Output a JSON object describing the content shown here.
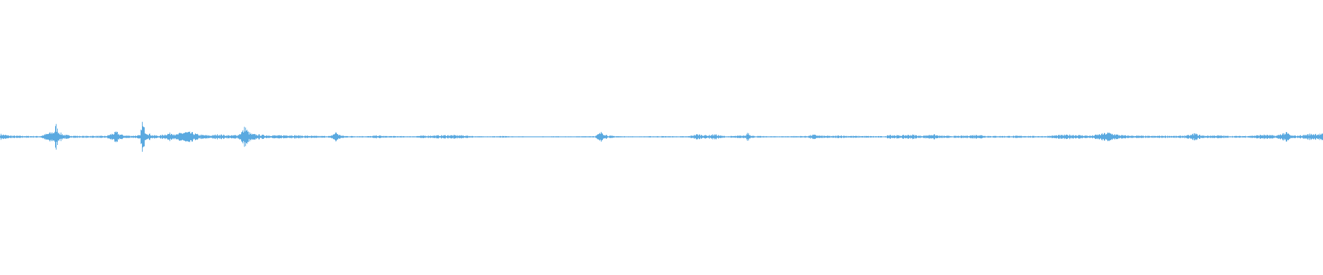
{
  "waveform": {
    "color": "#5aa9e0",
    "baseline_color": "#5aa9e0",
    "background": "#ffffff",
    "peaks": [
      [
        0.0,
        0.02
      ],
      [
        0.003,
        0.015
      ],
      [
        0.006,
        0.01
      ],
      [
        0.01,
        0.008
      ],
      [
        0.02,
        0.006
      ],
      [
        0.03,
        0.005
      ],
      [
        0.041,
        0.04
      ],
      [
        0.042,
        0.09
      ],
      [
        0.043,
        0.06
      ],
      [
        0.045,
        0.03
      ],
      [
        0.048,
        0.015
      ],
      [
        0.052,
        0.01
      ],
      [
        0.06,
        0.006
      ],
      [
        0.07,
        0.007
      ],
      [
        0.08,
        0.006
      ],
      [
        0.088,
        0.035
      ],
      [
        0.09,
        0.02
      ],
      [
        0.094,
        0.01
      ],
      [
        0.1,
        0.008
      ],
      [
        0.106,
        0.011
      ],
      [
        0.107,
        0.12
      ],
      [
        0.108,
        0.08
      ],
      [
        0.11,
        0.04
      ],
      [
        0.112,
        0.025
      ],
      [
        0.115,
        0.012
      ],
      [
        0.12,
        0.008
      ],
      [
        0.13,
        0.03
      ],
      [
        0.133,
        0.015
      ],
      [
        0.137,
        0.03
      ],
      [
        0.14,
        0.035
      ],
      [
        0.145,
        0.03
      ],
      [
        0.15,
        0.015
      ],
      [
        0.155,
        0.012
      ],
      [
        0.16,
        0.01
      ],
      [
        0.165,
        0.018
      ],
      [
        0.17,
        0.012
      ],
      [
        0.175,
        0.01
      ],
      [
        0.18,
        0.015
      ],
      [
        0.184,
        0.05
      ],
      [
        0.185,
        0.08
      ],
      [
        0.187,
        0.04
      ],
      [
        0.19,
        0.02
      ],
      [
        0.2,
        0.012
      ],
      [
        0.21,
        0.01
      ],
      [
        0.22,
        0.012
      ],
      [
        0.23,
        0.008
      ],
      [
        0.24,
        0.006
      ],
      [
        0.25,
        0.006
      ],
      [
        0.254,
        0.035
      ],
      [
        0.256,
        0.015
      ],
      [
        0.26,
        0.006
      ],
      [
        0.27,
        0.005
      ],
      [
        0.28,
        0.005
      ],
      [
        0.285,
        0.01
      ],
      [
        0.29,
        0.006
      ],
      [
        0.3,
        0.005
      ],
      [
        0.31,
        0.004
      ],
      [
        0.32,
        0.008
      ],
      [
        0.33,
        0.01
      ],
      [
        0.34,
        0.012
      ],
      [
        0.35,
        0.01
      ],
      [
        0.36,
        0.004
      ],
      [
        0.37,
        0.004
      ],
      [
        0.38,
        0.005
      ],
      [
        0.39,
        0.003
      ],
      [
        0.4,
        0.003
      ],
      [
        0.41,
        0.003
      ],
      [
        0.42,
        0.004
      ],
      [
        0.43,
        0.003
      ],
      [
        0.44,
        0.004
      ],
      [
        0.45,
        0.006
      ],
      [
        0.455,
        0.035
      ],
      [
        0.457,
        0.02
      ],
      [
        0.46,
        0.008
      ],
      [
        0.47,
        0.004
      ],
      [
        0.48,
        0.003
      ],
      [
        0.49,
        0.004
      ],
      [
        0.5,
        0.005
      ],
      [
        0.51,
        0.004
      ],
      [
        0.52,
        0.004
      ],
      [
        0.527,
        0.018
      ],
      [
        0.53,
        0.015
      ],
      [
        0.535,
        0.01
      ],
      [
        0.54,
        0.018
      ],
      [
        0.545,
        0.008
      ],
      [
        0.55,
        0.004
      ],
      [
        0.564,
        0.01
      ],
      [
        0.565,
        0.04
      ],
      [
        0.567,
        0.015
      ],
      [
        0.57,
        0.006
      ],
      [
        0.58,
        0.004
      ],
      [
        0.59,
        0.004
      ],
      [
        0.6,
        0.005
      ],
      [
        0.61,
        0.006
      ],
      [
        0.615,
        0.015
      ],
      [
        0.62,
        0.008
      ],
      [
        0.63,
        0.006
      ],
      [
        0.635,
        0.01
      ],
      [
        0.64,
        0.007
      ],
      [
        0.65,
        0.006
      ],
      [
        0.66,
        0.005
      ],
      [
        0.67,
        0.004
      ],
      [
        0.672,
        0.02
      ],
      [
        0.674,
        0.012
      ],
      [
        0.68,
        0.01
      ],
      [
        0.69,
        0.015
      ],
      [
        0.695,
        0.008
      ],
      [
        0.7,
        0.01
      ],
      [
        0.705,
        0.018
      ],
      [
        0.71,
        0.008
      ],
      [
        0.72,
        0.006
      ],
      [
        0.73,
        0.008
      ],
      [
        0.74,
        0.015
      ],
      [
        0.745,
        0.007
      ],
      [
        0.75,
        0.006
      ],
      [
        0.76,
        0.006
      ],
      [
        0.77,
        0.007
      ],
      [
        0.78,
        0.006
      ],
      [
        0.79,
        0.005
      ],
      [
        0.8,
        0.012
      ],
      [
        0.81,
        0.015
      ],
      [
        0.82,
        0.01
      ],
      [
        0.825,
        0.008
      ],
      [
        0.838,
        0.03
      ],
      [
        0.84,
        0.025
      ],
      [
        0.845,
        0.015
      ],
      [
        0.85,
        0.01
      ],
      [
        0.86,
        0.008
      ],
      [
        0.87,
        0.006
      ],
      [
        0.88,
        0.008
      ],
      [
        0.89,
        0.006
      ],
      [
        0.9,
        0.012
      ],
      [
        0.903,
        0.025
      ],
      [
        0.906,
        0.015
      ],
      [
        0.91,
        0.008
      ],
      [
        0.92,
        0.01
      ],
      [
        0.93,
        0.006
      ],
      [
        0.94,
        0.006
      ],
      [
        0.95,
        0.01
      ],
      [
        0.955,
        0.015
      ],
      [
        0.96,
        0.012
      ],
      [
        0.965,
        0.008
      ],
      [
        0.97,
        0.025
      ],
      [
        0.973,
        0.03
      ],
      [
        0.976,
        0.01
      ],
      [
        0.98,
        0.008
      ],
      [
        0.985,
        0.012
      ],
      [
        0.99,
        0.02
      ],
      [
        0.995,
        0.022
      ],
      [
        1.0,
        0.02
      ]
    ]
  }
}
